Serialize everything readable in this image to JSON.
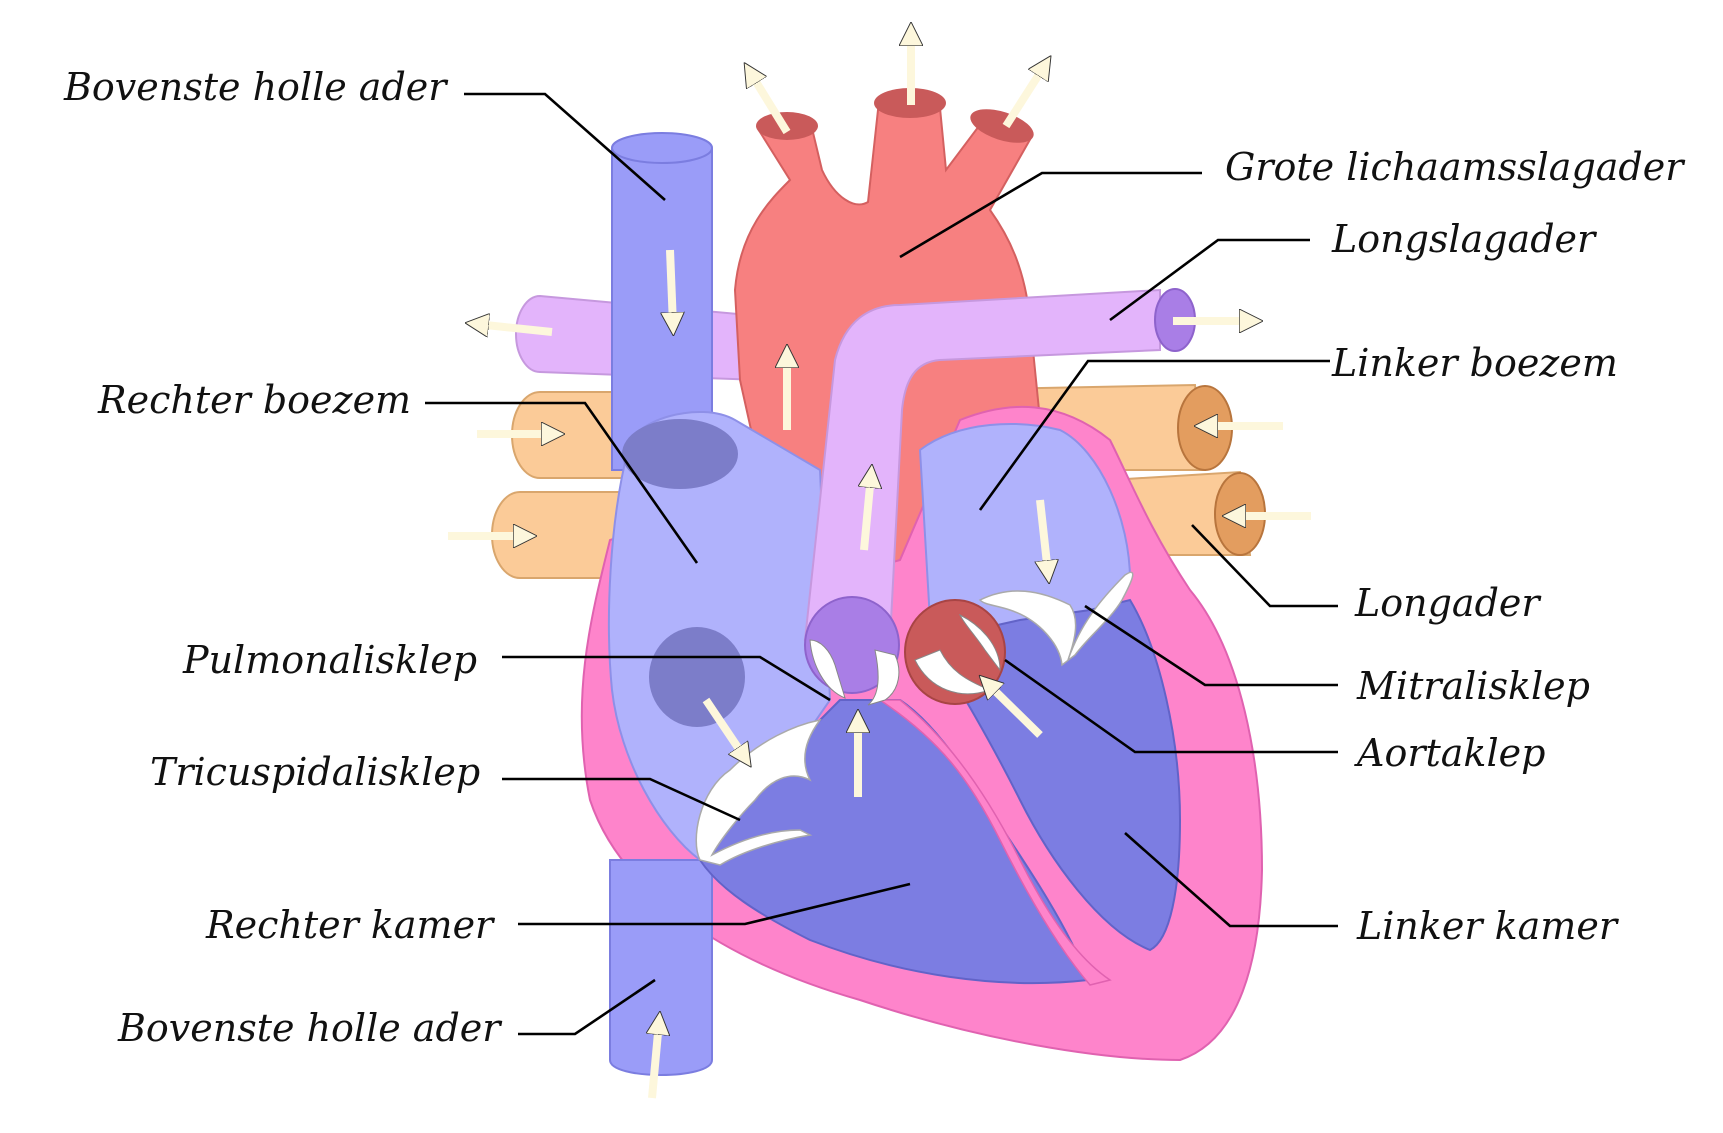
{
  "diagram": {
    "labels": {
      "superior_vena_cava": "Bovenste holle ader",
      "right_atrium": "Rechter boezem",
      "pulmonary_valve": "Pulmonalisklep",
      "tricuspid_valve": "Tricuspidalisklep",
      "right_ventricle": "Rechter kamer",
      "inferior_vena_cava": "Bovenste holle ader",
      "aorta": "Grote lichaamsslagader",
      "pulmonary_artery": "Longslagader",
      "left_atrium": "Linker boezem",
      "pulmonary_vein": "Longader",
      "mitral_valve": "Mitralisklep",
      "aortic_valve": "Aortaklep",
      "left_ventricle": "Linker kamer"
    },
    "colors": {
      "oxygen_poor_blood": "#9a9cf8",
      "right_atrium_fill": "#b0b2fc",
      "ventricle_blood": "#7c7de2",
      "oxygen_rich_blood": "#f78080",
      "pulmonary_artery": "#e3b4fb",
      "pulmonary_vein": "#fbcb98",
      "heart_wall": "#fe84cb",
      "valve": "#ffffff",
      "arrow": "#fdf7dc"
    }
  }
}
